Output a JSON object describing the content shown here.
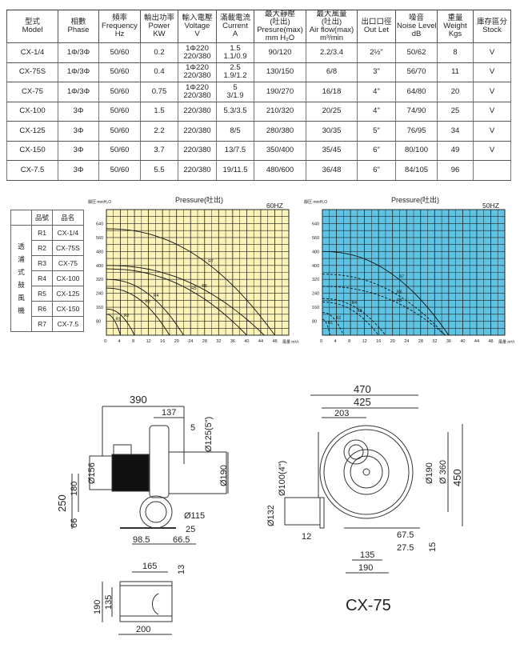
{
  "table": {
    "headers": [
      [
        "型式",
        "Model"
      ],
      [
        "相數",
        "Phase"
      ],
      [
        "頻率",
        "Frequency",
        "Hz"
      ],
      [
        "輸出功率",
        "Power",
        "KW"
      ],
      [
        "輸入電壓",
        "Voltage",
        "V"
      ],
      [
        "滿載電流",
        "Current",
        "A"
      ],
      [
        "最大靜壓",
        "(吐出)",
        "Presure(max)",
        "mm H₂O"
      ],
      [
        "最大風量",
        "(吐出)",
        "Air flow(max)",
        "m³/min"
      ],
      [
        "出口口徑",
        "Out Let"
      ],
      [
        "噪音",
        "Noise Level",
        "dB"
      ],
      [
        "重量",
        "Weight",
        "Kgs"
      ],
      [
        "庫存區分",
        "Stock"
      ]
    ],
    "rows": [
      [
        "CX-1/4",
        "1Φ/3Φ",
        "50/60",
        "0.2",
        "1Φ220\n220/380",
        "1.5\n1.1/0.9",
        "90/120",
        "2.2/3.4",
        "2½\"",
        "50/62",
        "8",
        "V"
      ],
      [
        "CX-75S",
        "1Φ/3Φ",
        "50/60",
        "0.4",
        "1Φ220\n220/380",
        "2.5\n1.9/1.2",
        "130/150",
        "6/8",
        "3\"",
        "56/70",
        "11",
        "V"
      ],
      [
        "CX-75",
        "1Φ/3Φ",
        "50/60",
        "0.75",
        "1Φ220\n220/380",
        "5\n3/1.9",
        "190/270",
        "16/18",
        "4\"",
        "64/80",
        "20",
        "V"
      ],
      [
        "CX-100",
        "3Φ",
        "50/60",
        "1.5",
        "220/380",
        "5.3/3.5",
        "210/320",
        "20/25",
        "4\"",
        "74/90",
        "25",
        "V"
      ],
      [
        "CX-125",
        "3Φ",
        "50/60",
        "2.2",
        "220/380",
        "8/5",
        "280/380",
        "30/35",
        "5\"",
        "76/95",
        "34",
        "V"
      ],
      [
        "CX-150",
        "3Φ",
        "50/60",
        "3.7",
        "220/380",
        "13/7.5",
        "350/400",
        "35/45",
        "6\"",
        "80/100",
        "49",
        "V"
      ],
      [
        "CX-7.5",
        "3Φ",
        "50/60",
        "5.5",
        "220/380",
        "19/11.5",
        "480/600",
        "36/48",
        "6\"",
        "84/105",
        "96",
        ""
      ]
    ]
  },
  "legend": {
    "col_code": "品號",
    "col_name": "品名",
    "category": "透浦式鼓風機",
    "items": [
      [
        "R1",
        "CX-1/4"
      ],
      [
        "R2",
        "CX-75S"
      ],
      [
        "R3",
        "CX-75"
      ],
      [
        "R4",
        "CX-100"
      ],
      [
        "R5",
        "CX-125"
      ],
      [
        "R6",
        "CX-150"
      ],
      [
        "R7",
        "CX-7.5"
      ]
    ]
  },
  "chart_data": [
    {
      "type": "line",
      "title": "Pressure(吐出)",
      "tag": "60HZ",
      "ylabel": "靜压 mmH₂O",
      "xlabel": "風量 m³/min",
      "bg": "#fbf3b8",
      "xlim": [
        0,
        52
      ],
      "ylim": [
        0,
        720
      ],
      "xticks": [
        0,
        4,
        8,
        12,
        16,
        20,
        24,
        28,
        32,
        36,
        40,
        44,
        48
      ],
      "yticks": [
        80,
        160,
        240,
        320,
        400,
        480,
        560,
        640
      ],
      "series": [
        {
          "name": "R1",
          "p0": 120,
          "q0": 4,
          "dash": false
        },
        {
          "name": "R2",
          "p0": 150,
          "q0": 8,
          "dash": false
        },
        {
          "name": "R3",
          "p0": 270,
          "q0": 18,
          "dash": false
        },
        {
          "name": "R4",
          "p0": 320,
          "q0": 22,
          "dash": false
        },
        {
          "name": "R5",
          "p0": 380,
          "q0": 40,
          "dash": false
        },
        {
          "name": "R6",
          "p0": 400,
          "q0": 45,
          "dash": false
        },
        {
          "name": "R7",
          "p0": 610,
          "q0": 48,
          "dash": false
        }
      ]
    },
    {
      "type": "line",
      "title": "Pressure(吐出)",
      "tag": "50HZ",
      "ylabel": "靜压 mmH₂O",
      "xlabel": "風量 m³/min",
      "bg": "#5fc3e4",
      "xlim": [
        0,
        52
      ],
      "ylim": [
        0,
        720
      ],
      "xticks": [
        0,
        4,
        8,
        12,
        16,
        20,
        24,
        28,
        32,
        36,
        40,
        44,
        48
      ],
      "yticks": [
        80,
        160,
        240,
        320,
        400,
        480,
        560,
        640
      ],
      "series": [
        {
          "name": "R1",
          "p0": 90,
          "q0": 2.2,
          "dash": true
        },
        {
          "name": "R2",
          "p0": 130,
          "q0": 6,
          "dash": true
        },
        {
          "name": "R3",
          "p0": 190,
          "q0": 16,
          "dash": true
        },
        {
          "name": "R4",
          "p0": 210,
          "q0": 18,
          "dash": true
        },
        {
          "name": "R5",
          "p0": 280,
          "q0": 35,
          "dash": true
        },
        {
          "name": "R6",
          "p0": 350,
          "q0": 35,
          "dash": true
        },
        {
          "name": "R7",
          "p0": 480,
          "q0": 36,
          "dash": false
        }
      ]
    }
  ],
  "drawing": {
    "side": {
      "d390": "390",
      "d137": "137",
      "d5": "5",
      "d125": "Ø125(5\")",
      "d190": "Ø190",
      "d156": "Ø156",
      "d250": "250",
      "d180": "180",
      "d66": "66",
      "d115": "Ø115",
      "d25": "25",
      "d985": "98.5",
      "d665": "66.5"
    },
    "front": {
      "d470": "470",
      "d425": "425",
      "d203": "203",
      "d190": "Ø190",
      "d360": "Ø 360",
      "d450": "450",
      "d100": "Ø100(4\")",
      "d132": "Ø132",
      "d12": "12",
      "d675": "67.5",
      "d275": "27.5",
      "d15": "15",
      "d135": "135",
      "d190b": "190"
    },
    "base": {
      "d165": "165",
      "d13": "13",
      "d190": "190",
      "d135": "135",
      "d200": "200"
    },
    "model": "CX-75"
  }
}
